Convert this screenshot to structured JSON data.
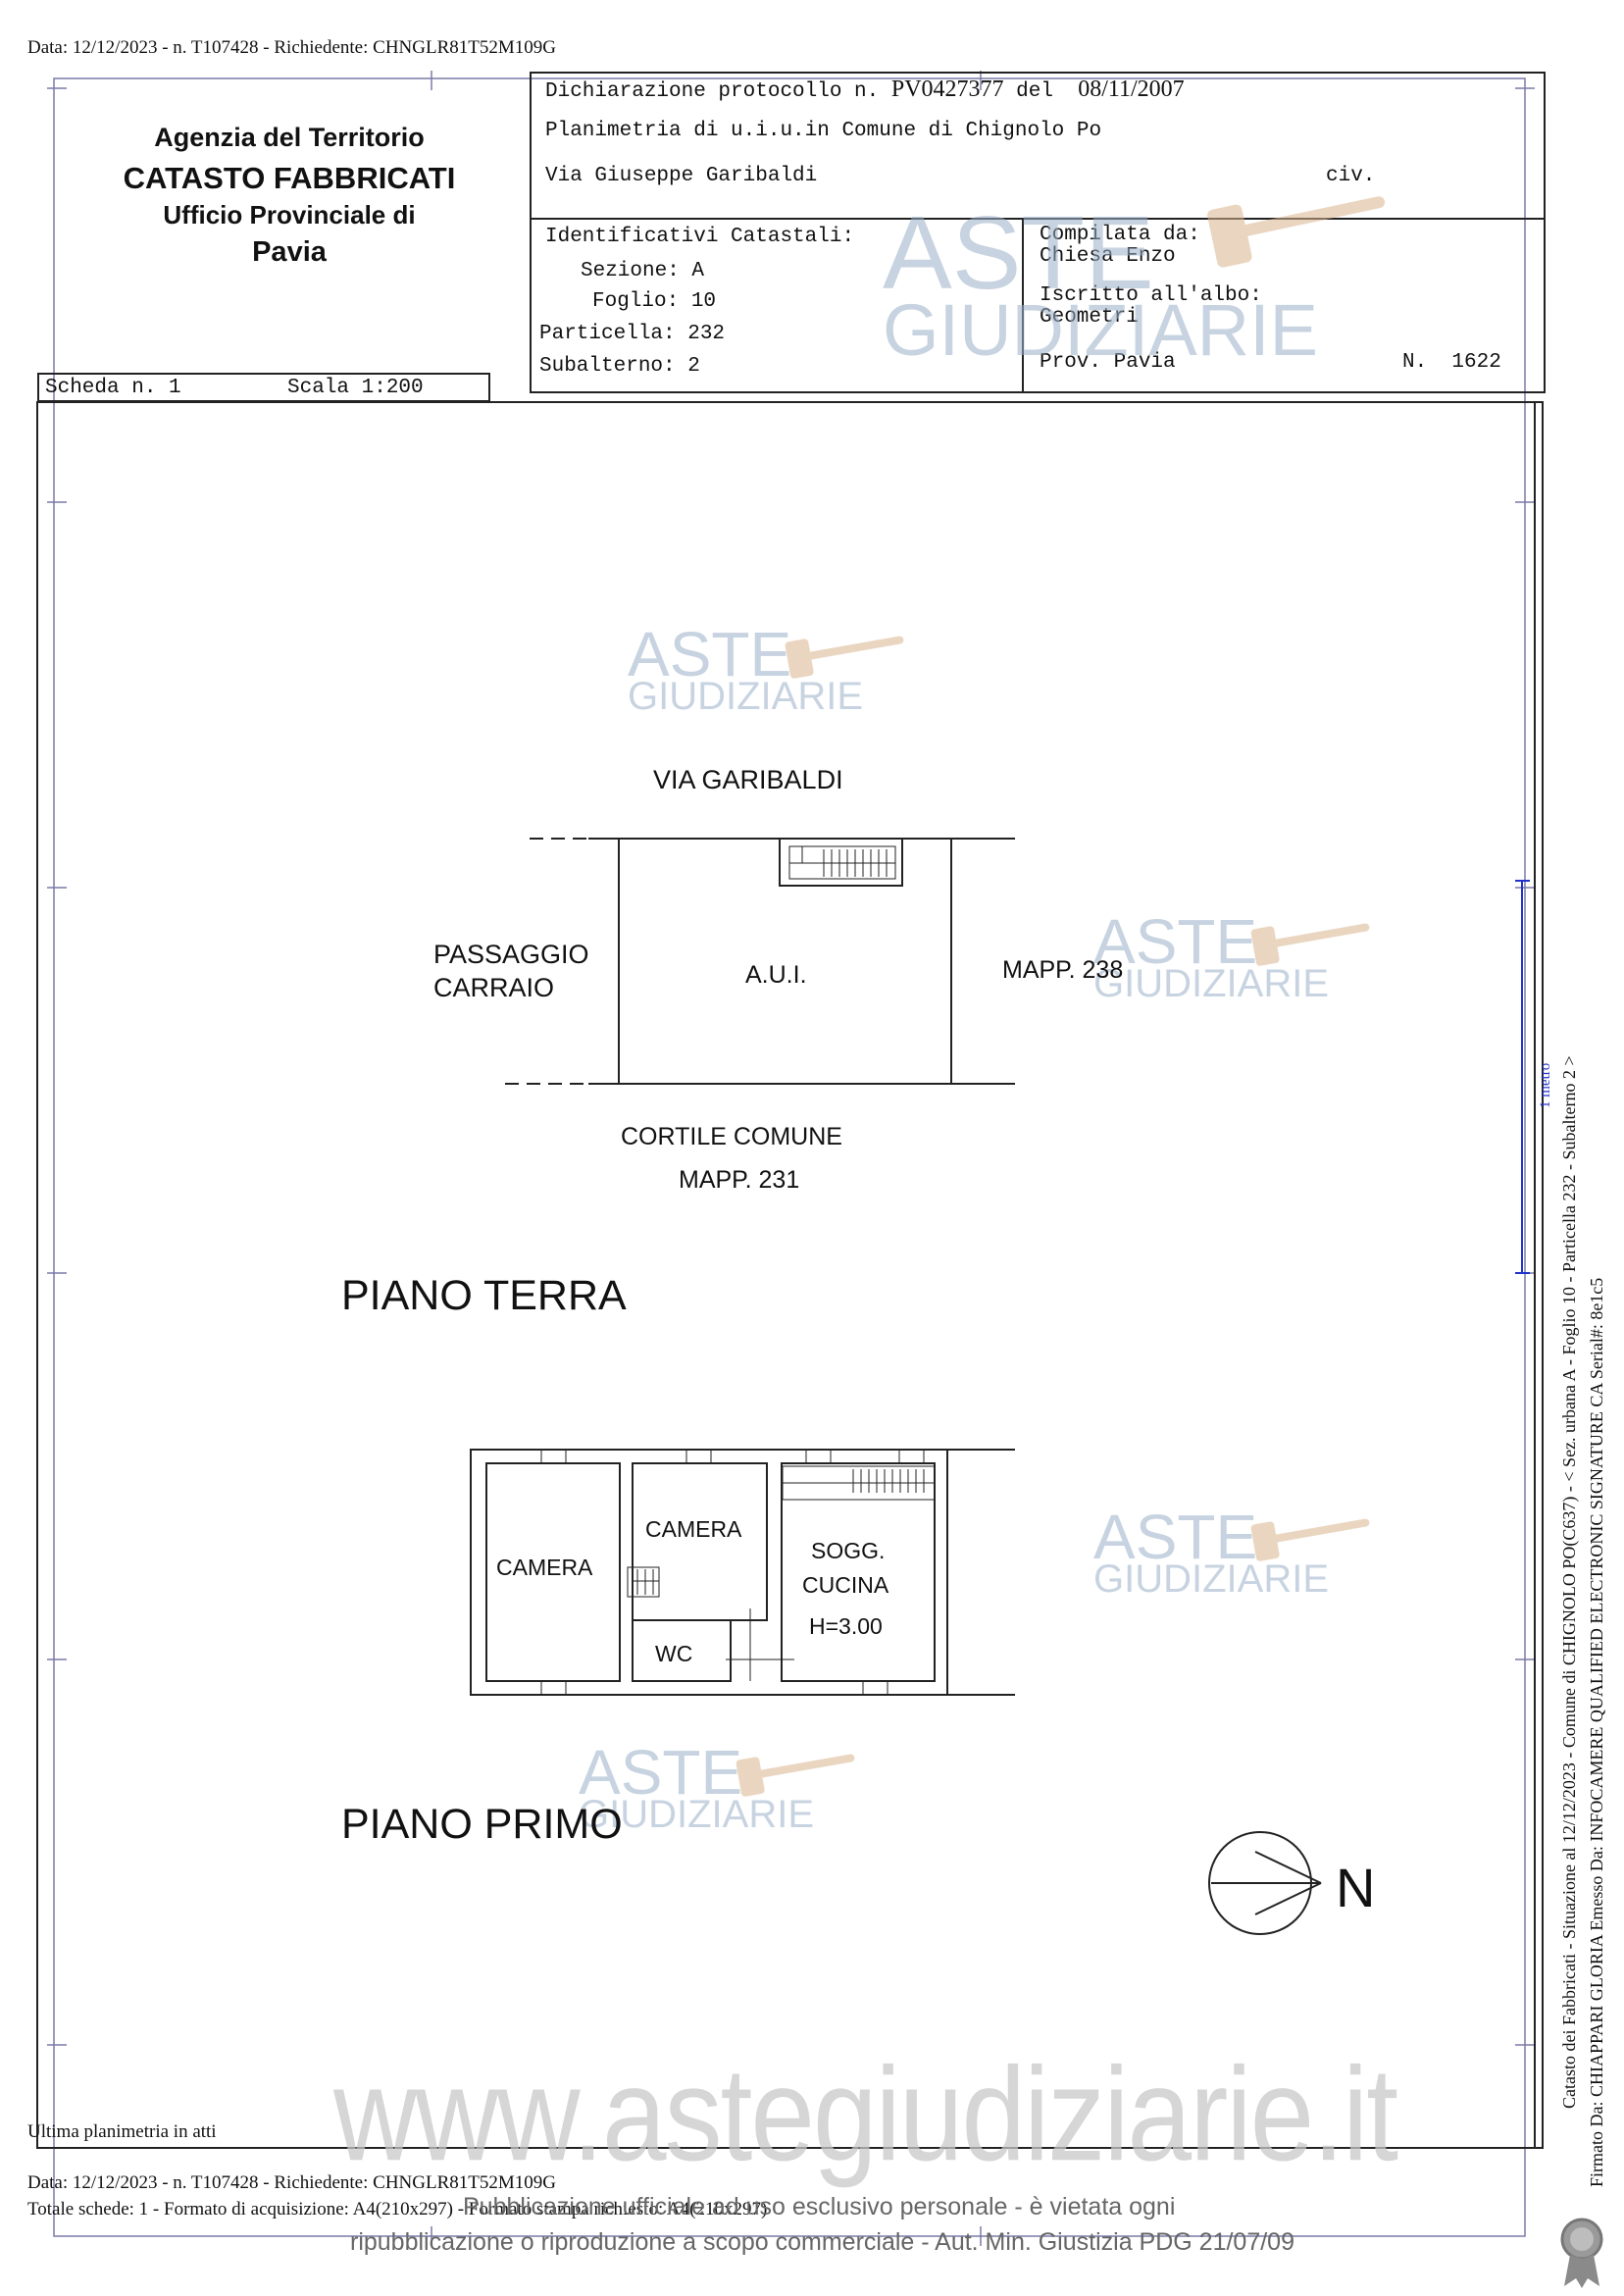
{
  "top_meta": "Data: 12/12/2023 - n. T107428 - Richiedente: CHNGLR81T52M109G",
  "office": {
    "line1": "Agenzia del Territorio",
    "line2": "CATASTO FABBRICATI",
    "line3": "Ufficio Provinciale di",
    "line4": "Pavia"
  },
  "declaration": {
    "protocol_label": "Dichiarazione protocollo n.",
    "protocol_number": "PV0427377",
    "date_label": "del",
    "date": "08/11/2007",
    "planimetry": "Planimetria di u.i.u.in Comune di Chignolo Po",
    "street": "Via Giuseppe Garibaldi",
    "civ": "civ."
  },
  "identifiers": {
    "title": "Identificativi Catastali:",
    "sezione": "Sezione: A",
    "foglio": "Foglio: 10",
    "particella": "Particella: 232",
    "subalterno": "Subalterno: 2"
  },
  "compiled": {
    "label": "Compilata da:",
    "name": "Chiesa Enzo",
    "albo_label": "Iscritto all'albo:",
    "albo": "Geometri",
    "prov": "Prov. Pavia",
    "number": "N.  1622"
  },
  "scheda": {
    "number": "Scheda n. 1",
    "scale": "Scala 1:200"
  },
  "ground_floor": {
    "street_label": "VIA GARIBALDI",
    "left_label_1": "PASSAGGIO",
    "left_label_2": "CARRAIO",
    "room": "A.U.I.",
    "right_label": "MAPP. 238",
    "bottom_label_1": "CORTILE COMUNE",
    "bottom_label_2": "MAPP. 231",
    "title": "PIANO TERRA"
  },
  "first_floor": {
    "room1": "CAMERA",
    "room2": "CAMERA",
    "room3_1": "SOGG.",
    "room3_2": "CUCINA",
    "room3_3": "H=3.00",
    "room4": "WC",
    "title": "PIANO PRIMO"
  },
  "north_label": "N",
  "watermark": {
    "aste": "ASTE",
    "giudiziarie": "GIUDIZIARIE",
    "url": "www.astegiudiziarie.it"
  },
  "bottom_meta": {
    "last": "Ultima planimetria in atti",
    "data": "Data: 12/12/2023 - n. T107428 - Richiedente: CHNGLR81T52M109G",
    "totale": "Totale schede: 1 - Formato di acquisizione: A4(210x297) - Formato stampa richiesto: A4(210x297)",
    "publication_1": "Pubblicazione ufficiale ad uso esclusivo personale - è vietata ogni",
    "publication_2": "ripubblicazione o riproduzione a scopo commerciale - Aut. Min. Giustizia PDG 21/07/09"
  },
  "side_text": {
    "line1": "Catasto dei Fabbricati - Situazione al 12/12/2023 - Comune di CHIGNOLO PO(C637) - < Sez. urbana A - Foglio 10 - Particella 232 - Subalterno 2 >",
    "line2": "Firmato Da: CHIAPPARI GLORIA Emesso Da: INFOCAMERE QUALIFIED ELECTRONIC SIGNATURE CA Serial#: 8e1c5",
    "margin_mark": "1 metro"
  }
}
